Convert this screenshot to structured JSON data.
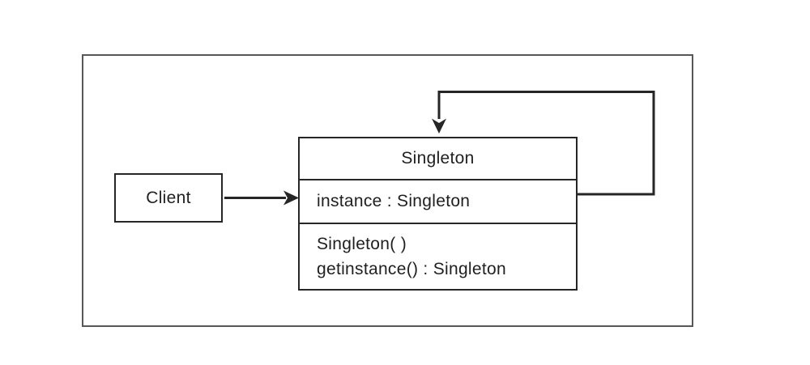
{
  "diagram": {
    "kind": "uml-class-diagram",
    "pattern_name": "Singleton",
    "client_class": {
      "name": "Client"
    },
    "singleton_class": {
      "name": "Singleton",
      "attributes": [
        "instance : Singleton"
      ],
      "methods": [
        "Singleton( )",
        "getinstance() : Singleton"
      ]
    },
    "connectors": [
      {
        "name": "client-to-singleton-association",
        "style": "solid-arrow-right"
      },
      {
        "name": "singleton-self-reference-loop",
        "style": "solid-arrow-loop-down"
      }
    ],
    "colors": {
      "line": "#262626",
      "frame_border": "#575757",
      "background": "#ffffff"
    }
  }
}
